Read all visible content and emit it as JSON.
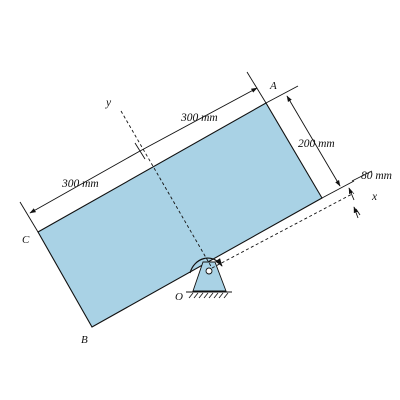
{
  "points": {
    "A": "A",
    "B": "B",
    "C": "C",
    "O": "O"
  },
  "axes": {
    "x": "x",
    "y": "y"
  },
  "dimensions": {
    "top_right": "300 mm",
    "top_left": "300 mm",
    "side": "200 mm",
    "offset": "80 mm"
  },
  "colors": {
    "plate_fill": "#a9d2e5",
    "support_fill": "#a9d2e5",
    "line": "#111111"
  }
}
